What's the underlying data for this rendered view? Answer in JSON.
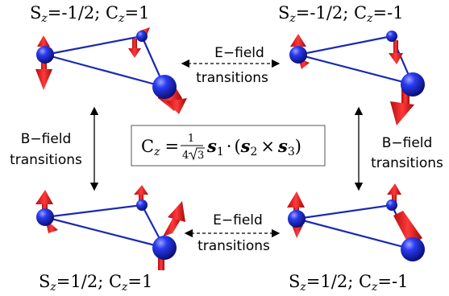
{
  "states": {
    "top_left": {
      "sz": "-1/2",
      "cz": "1"
    },
    "top_right": {
      "sz": "-1/2",
      "cz": "-1"
    },
    "bottom_left": {
      "sz": "1/2",
      "cz": "1"
    },
    "bottom_right": {
      "sz": "1/2",
      "cz": "-1"
    }
  },
  "arrows": {
    "e_field_top": {
      "line1": "E−field",
      "line2": "transitions"
    },
    "e_field_bottom": {
      "line1": "E−field",
      "line2": "transitions"
    },
    "b_field_left": {
      "line1": "B−field",
      "line2": "transitions"
    },
    "b_field_right": {
      "line1": "B−field",
      "line2": "transitions"
    }
  },
  "equation": {
    "lhs": "C",
    "lhs_sub": "z",
    "equals": "=",
    "frac_num": "1",
    "frac_den_coef": "4",
    "frac_den_rad": "3",
    "s1": "s",
    "s1_sub": "1",
    "dot": "·",
    "s2": "s",
    "s2_sub": "2",
    "cross": "×",
    "s3": "s",
    "s3_sub": "3"
  },
  "colors": {
    "atom": "#1f2fe6",
    "bond": "#1a2ab0",
    "spin_arrow": "#e01818",
    "text": "#000000",
    "frame": "#555555"
  }
}
